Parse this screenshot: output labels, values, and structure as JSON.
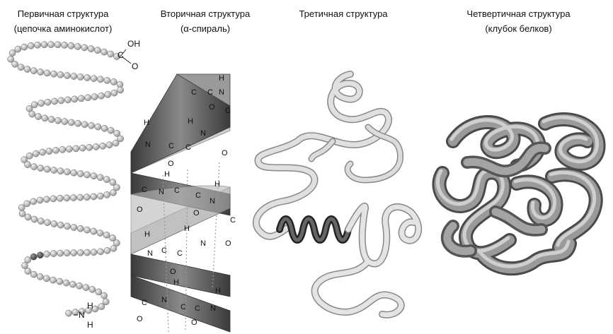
{
  "panels": [
    {
      "title": "Первичная структура",
      "subtitle": "(цепочка аминокислот)"
    },
    {
      "title": "Вторичная структура",
      "subtitle": "(α-спираль)"
    },
    {
      "title": "Третичная структура"
    },
    {
      "title": "Четвертичная структура",
      "subtitle": "(клубок белков)"
    }
  ],
  "chain_labels": {
    "carboxyl_c": "C",
    "carboxyl_oh": "OH",
    "carboxyl_o": "O",
    "amine_n": "N",
    "amine_h": "H"
  },
  "helix_atoms": {
    "n": "N",
    "h": "H",
    "c": "C",
    "o": "O"
  },
  "colors": {
    "bead": "#c9c9c9",
    "bead_dark": "#6e6e6e",
    "ribbon_dark": "#555555",
    "ribbon_light": "#dcdcdc",
    "coil": "#c4c4c4",
    "blob": "#8e8e8e"
  }
}
